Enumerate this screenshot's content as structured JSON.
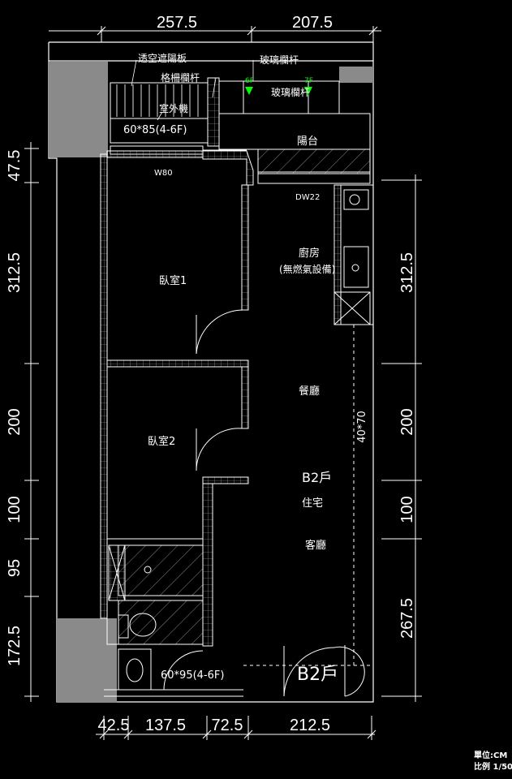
{
  "dims": {
    "top": [
      "257.5",
      "207.5"
    ],
    "left": [
      "47.5",
      "312.5",
      "200",
      "100",
      "95",
      "172.5"
    ],
    "right": [
      "312.5",
      "200",
      "100",
      "267.5"
    ],
    "bottom": [
      "42.5",
      "137.5",
      "72.5",
      "212.5"
    ]
  },
  "labels": {
    "transparent_panel": "透空遮陽板",
    "grille_rail": "格柵欄杆",
    "outdoor_unit": "室外機",
    "glass_rail_1": "玻璃欄杆",
    "glass_rail_2": "玻璃欄杆",
    "level_6f": "6F",
    "level_7f": "7F",
    "window_top": "60*85(4-6F)",
    "balcony": "陽台",
    "w80": "W80",
    "dw22": "DW22",
    "kitchen": "廚房",
    "kitchen_note": "(無燃氣設備)",
    "bedroom1": "臥室1",
    "bedroom2": "臥室2",
    "dining": "餐廳",
    "unit_code": "B2戶",
    "residence": "住宅",
    "living": "客廳",
    "depth": "40*70",
    "window_bottom": "60*95(4-6F)",
    "unit_badge": "B2戶"
  },
  "legend": {
    "unit": "單位:CM",
    "scale": "比例 1/50"
  },
  "colors": {
    "background": "#000000",
    "line": "#ffffff",
    "gray_block": "#8a8a8a",
    "marker_green": "#00ff00"
  }
}
